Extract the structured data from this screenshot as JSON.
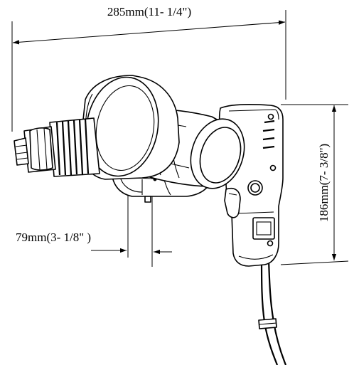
{
  "dimensions": {
    "overall_length": "285mm(11- 1/4\")",
    "overall_height": "186mm(7- 3/8\")",
    "spindle_offset": "79mm(3- 1/8\" )"
  },
  "colors": {
    "line": "#000000",
    "background": "#ffffff"
  }
}
